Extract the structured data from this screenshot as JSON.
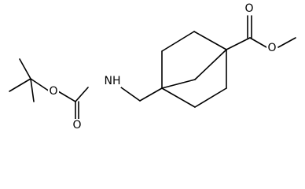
{
  "molecule": {
    "atom_labels": {
      "ester_carbonyl_o": "O",
      "ester_ether_o": "O",
      "carbamate_ether_o": "O",
      "carbamate_carbonyl_o": "O",
      "amide_nh": "NH"
    },
    "colors": {
      "bond": "#000000",
      "label": "#000000",
      "background": "#ffffff"
    }
  }
}
